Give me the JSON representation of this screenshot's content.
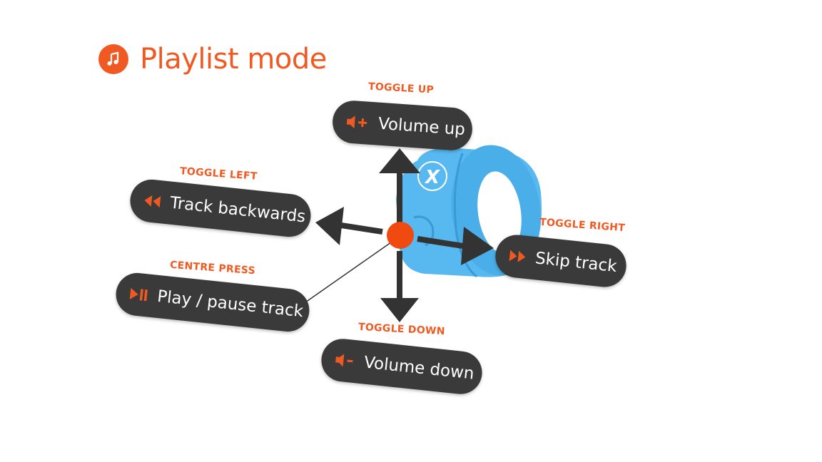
{
  "colors": {
    "accent": "#f05a22",
    "pill_bg": "#3a3a3a",
    "ring": "#58b8f0",
    "ring_dark": "#3a9ad6",
    "arrow": "#333333",
    "button": "#f04a10"
  },
  "header": {
    "title": "Playlist mode",
    "icon": "music-note-icon"
  },
  "device": {
    "logo": "X"
  },
  "controls": {
    "up": {
      "label": "TOGGLE UP",
      "action": "Volume up",
      "icon": "volume-up-icon"
    },
    "left": {
      "label": "TOGGLE LEFT",
      "action": "Track backwards",
      "icon": "rewind-icon"
    },
    "right": {
      "label": "TOGGLE RIGHT",
      "action": "Skip track",
      "icon": "fast-forward-icon"
    },
    "centre": {
      "label": "CENTRE PRESS",
      "action": "Play / pause track",
      "icon": "play-pause-icon"
    },
    "down": {
      "label": "TOGGLE DOWN",
      "action": "Volume down",
      "icon": "volume-down-icon"
    }
  }
}
